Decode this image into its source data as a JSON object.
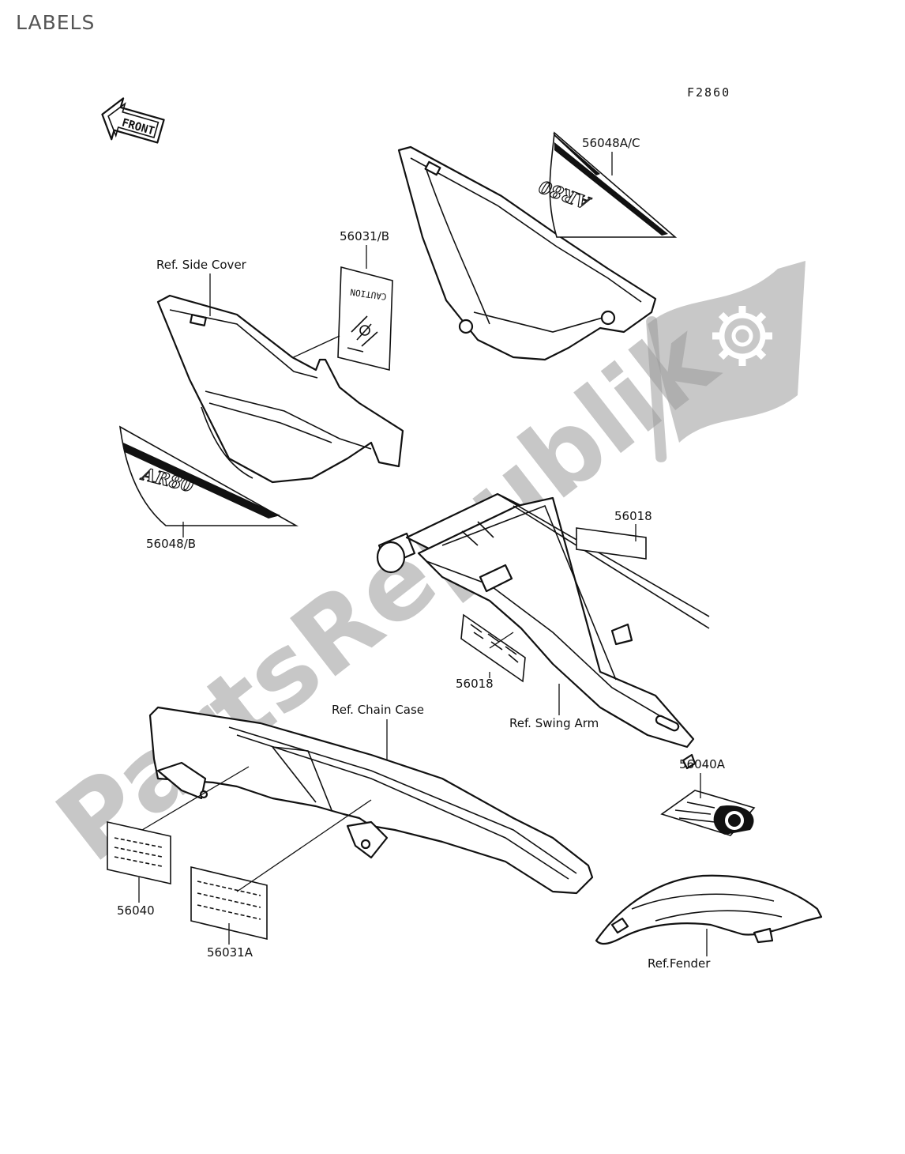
{
  "heading": "LABELS",
  "diagram_code": "F2860",
  "front_arrow": "FRONT",
  "watermark": "PartsRepublik",
  "decal_text": {
    "ar80_left": "AR80",
    "ar80_right": "AR80",
    "caution": "CAUTION"
  },
  "callouts": {
    "c56048AC": "56048A/C",
    "c56031B": "56031/B",
    "ref_side_cover": "Ref. Side Cover",
    "c56048B": "56048/B",
    "c56018_top": "56018",
    "c56018_mid": "56018",
    "ref_chain_case": "Ref. Chain Case",
    "ref_swing_arm": "Ref. Swing Arm",
    "c56040A": "56040A",
    "c56040": "56040",
    "c56031A": "56031A",
    "ref_fender": "Ref.Fender"
  },
  "icons": {
    "gear": "gear-icon",
    "front_arrow": "front-arrow-icon"
  },
  "colors": {
    "ink": "#111111",
    "watermark": "#9a9a9a",
    "heading": "#555555"
  }
}
